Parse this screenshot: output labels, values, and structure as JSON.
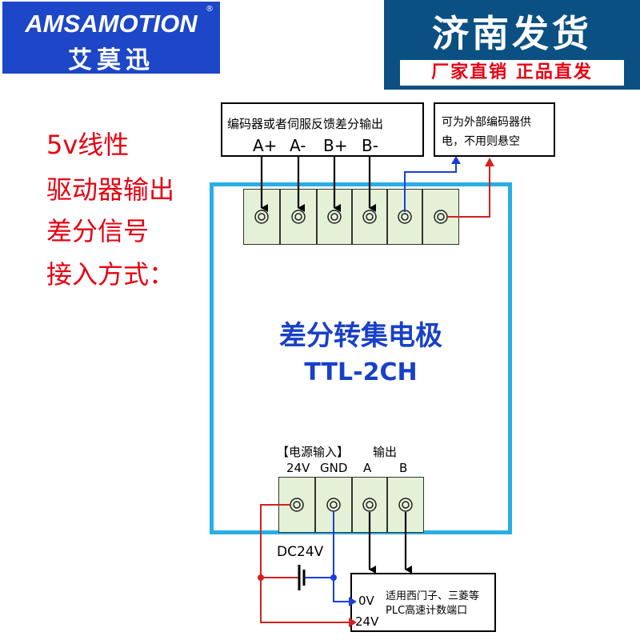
{
  "logo": {
    "brand_en": "AMSAMOTION",
    "registered": "®",
    "brand_cn": "艾莫迅"
  },
  "shipping": {
    "title": "济南发货",
    "tagline": "厂家直销  正品直发"
  },
  "intro_lines": [
    "5v线性",
    "驱动器输出",
    "差分信号",
    "接入方式："
  ],
  "encoder_box": {
    "title": "编码器或者伺服反馈差分输出",
    "pins": [
      "A+",
      "A-",
      "B+",
      "B-"
    ]
  },
  "power_note": {
    "line1": "可为外部编码器供",
    "line2": "电，不用则悬空"
  },
  "module": {
    "title": "差分转集电极",
    "model": "TTL-2CH"
  },
  "bottom_header": {
    "power_input": "【电源输入】",
    "output": "输出"
  },
  "bottom_pins": [
    "24V",
    "GND",
    "A",
    "B"
  ],
  "supply_label": "DC24V",
  "plc_box": {
    "line1": "适用西门子、三菱等",
    "line2": "PLC高速计数端口",
    "pin_0v": "0V",
    "pin_24v": "24V"
  },
  "colors": {
    "brand_blue": "#1d47c8",
    "ship_navy": "#0b5082",
    "accent_red": "#e60012",
    "module_border": "#29aee3",
    "title_blue": "#1840c8",
    "terminal_green": "#e4f1d6",
    "wire_blue": "#1a3fd6",
    "wire_red": "#d42020"
  }
}
